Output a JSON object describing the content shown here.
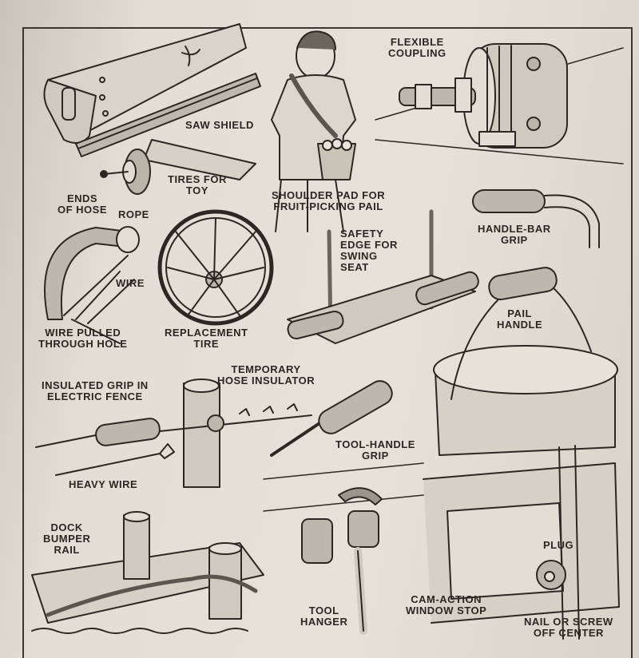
{
  "labels": {
    "saw_shield": [
      "SAW SHIELD"
    ],
    "tires_for_toy": [
      "TIRES FOR",
      "TOY"
    ],
    "shoulder_pad": [
      "SHOULDER PAD FOR",
      "FRUIT-PICKING PAIL"
    ],
    "flexible_coupling": [
      "FLEXIBLE",
      "COUPLING"
    ],
    "ends_of_hose": [
      "ENDS",
      "OF HOSE"
    ],
    "rope": [
      "ROPE"
    ],
    "wire": [
      "WIRE"
    ],
    "wire_pulled": [
      "WIRE PULLED",
      "THROUGH HOLE"
    ],
    "replacement_tire": [
      "REPLACEMENT",
      "TIRE"
    ],
    "safety_edge": [
      "SAFETY",
      "EDGE FOR",
      "SWING",
      "SEAT"
    ],
    "handle_bar_grip": [
      "HANDLE-BAR",
      "GRIP"
    ],
    "pail_handle": [
      "PAIL",
      "HANDLE"
    ],
    "insulated_grip": [
      "INSULATED GRIP IN",
      "ELECTRIC FENCE"
    ],
    "hose_insulator": [
      "TEMPORARY",
      "HOSE INSULATOR"
    ],
    "heavy_wire": [
      "HEAVY WIRE"
    ],
    "tool_handle_grip": [
      "TOOL-HANDLE",
      "GRIP"
    ],
    "dock_bumper": [
      "DOCK",
      "BUMPER",
      "RAIL"
    ],
    "tool_hanger": [
      "TOOL",
      "HANGER"
    ],
    "cam_action": [
      "CAM-ACTION",
      "WINDOW STOP"
    ],
    "plug": [
      "PLUG"
    ],
    "nail_screw": [
      "NAIL OR SCREW",
      "OFF CENTER"
    ]
  }
}
